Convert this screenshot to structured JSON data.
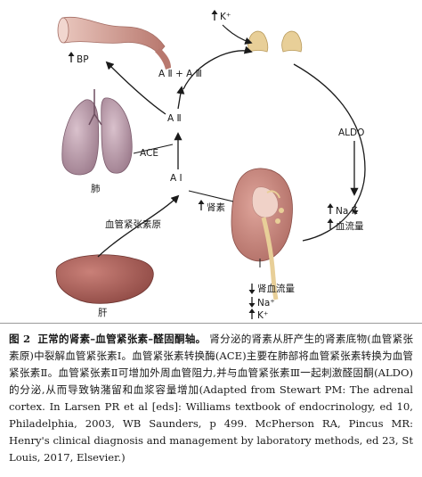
{
  "labels": {
    "k_plus_top": "K⁺",
    "bp": "BP",
    "a2_a3": "A Ⅱ + A Ⅲ",
    "a2": "A Ⅱ",
    "ace": "ACE",
    "a1": "A Ⅰ",
    "lung": "肺",
    "aldo": "ALDO",
    "na_k_line": "Na  K",
    "blood_flow_right": "血流量",
    "renin": "肾素",
    "angiotensinogen": "血管紧张素原",
    "liver": "肝",
    "kidney_flow": "肾血流量",
    "na_plus": "Na⁺",
    "k_plus_bottom": "K⁺"
  },
  "caption": {
    "figure_number": "图 2",
    "title": "正常的肾素–血管紧张素–醛固酮轴。",
    "body": "肾分泌的肾素从肝产生的肾素底物(血管紧张素原)中裂解血管紧张素Ⅰ。血管紧张素转换酶(ACE)主要在肺部将血管紧张素转换为血管紧张素Ⅱ。血管紧张素Ⅱ可增加外周血管阻力,并与血管紧张素Ⅲ一起刺激醛固酮(ALDO)的分泌,从而导致钠潴留和血浆容量增加(Adapted from Stewart PM: The adrenal cortex. In Larsen PR et al [eds]: Williams textbook of endocrinology, ed 10, Philadelphia, 2003, WB Saunders, p 499. McPherson RA, Pincus MR: Henry's clinical diagnosis and management by laboratory methods, ed 23, St Louis, 2017, Elsevier.)"
  },
  "colors": {
    "vessel": "#c9988f",
    "lung": "#b89aa8",
    "liver": "#a8615a",
    "kidney": "#c98d86",
    "adrenal": "#e8cf98",
    "arrow": "#1a1a1a"
  }
}
